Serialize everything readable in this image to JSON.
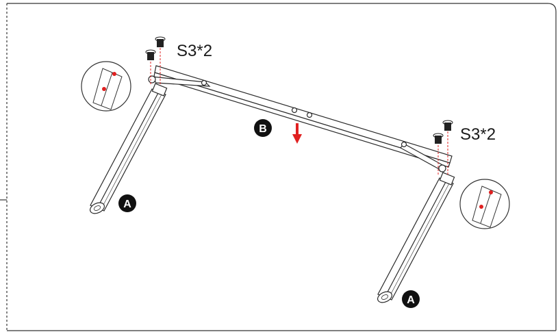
{
  "diagram": {
    "screw_label_left": "S3*2",
    "screw_label_right": "S3*2",
    "part_labels": {
      "leg_left": "A",
      "leg_right": "A",
      "crossbar": "B"
    },
    "colors": {
      "line": "#2a2a2a",
      "accent_red": "#e02020",
      "badge": "#111111",
      "frame": "#333333"
    },
    "icons": [
      "screw-icon",
      "down-arrow-icon",
      "magnifier-detail-icon"
    ]
  }
}
